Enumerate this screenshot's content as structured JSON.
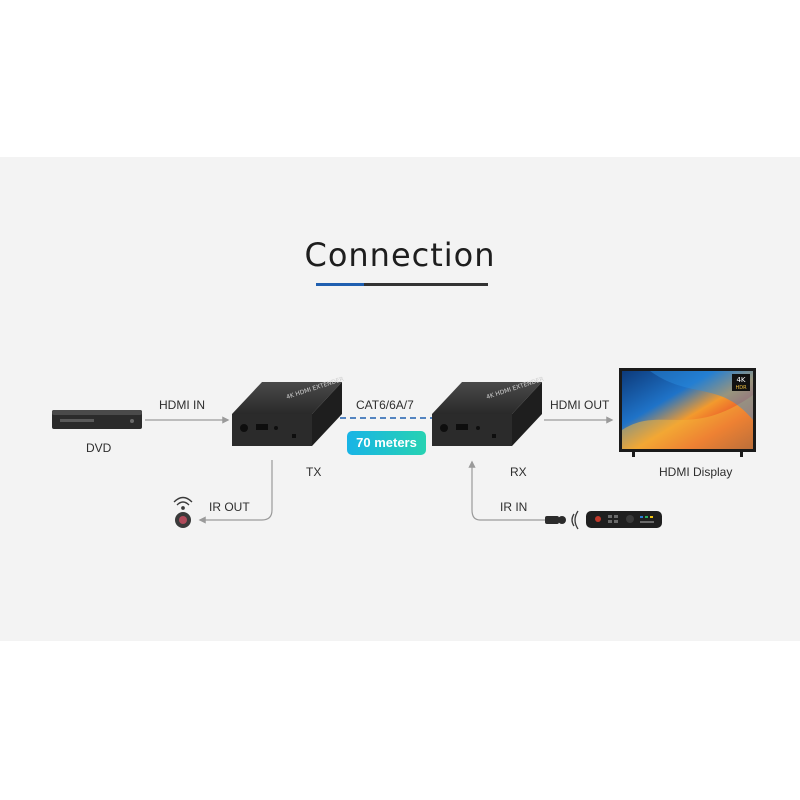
{
  "title": "Connection",
  "labels": {
    "hdmi_in": "HDMI IN",
    "dvd": "DVD",
    "cable": "CAT6/6A/7",
    "distance": "70 meters",
    "hdmi_out": "HDMI OUT",
    "tx": "TX",
    "rx": "RX",
    "hdmi_display": "HDMI Display",
    "ir_out": "IR OUT",
    "ir_in": "IR IN"
  },
  "tv_badge": {
    "top": "4K",
    "bottom": "HDR"
  },
  "colors": {
    "band": "#f3f3f3",
    "accent_blue": "#1f5fb0",
    "title_underline": "#333333",
    "connector": "#9a9a9a",
    "pill_start": "#18b4e6",
    "pill_end": "#27d2b2",
    "device_body": "#2b2b2b"
  }
}
